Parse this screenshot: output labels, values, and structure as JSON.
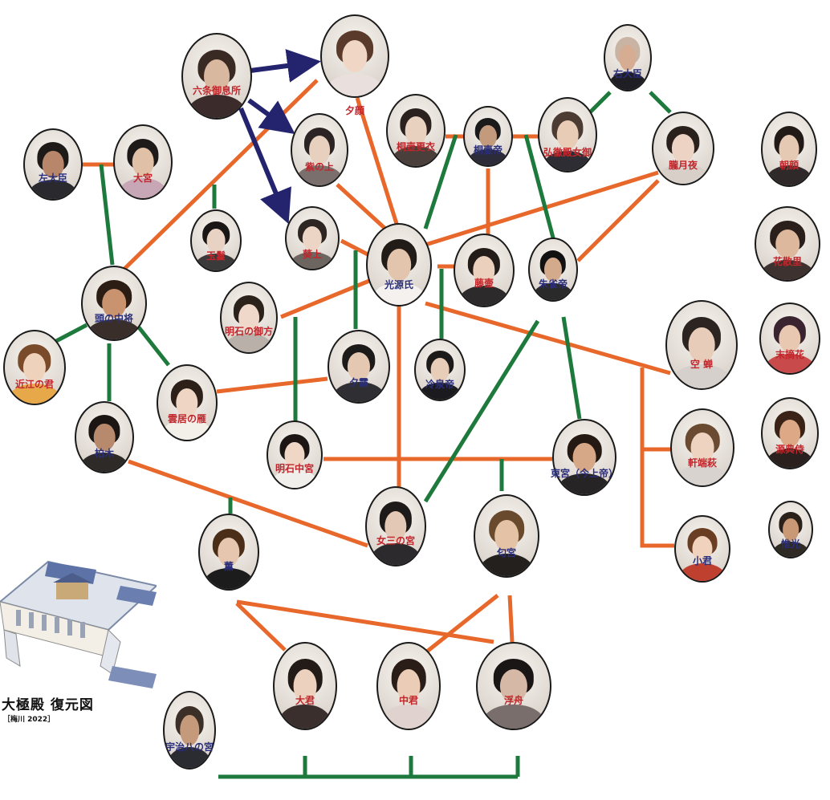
{
  "characters": {
    "rokujo": {
      "name": "六条御息所",
      "gender": "f"
    },
    "yugao": {
      "name": "夕顔",
      "gender": "f"
    },
    "murasaki": {
      "name": "紫の上",
      "gender": "f"
    },
    "kiritsubo_koui": {
      "name": "桐壺更衣",
      "gender": "f"
    },
    "kiritsubo_tei": {
      "name": "桐壷帝",
      "gender": "m"
    },
    "kokiden": {
      "name": "弘徽殿女御",
      "gender": "f"
    },
    "udaijin": {
      "name": "右大臣",
      "gender": "m"
    },
    "oborozukiyo": {
      "name": "朧月夜",
      "gender": "f"
    },
    "asagao": {
      "name": "朝顔",
      "gender": "f"
    },
    "sadaijin": {
      "name": "左大臣",
      "gender": "m"
    },
    "omiya": {
      "name": "大宮",
      "gender": "f"
    },
    "tamakazura": {
      "name": "玉鬘",
      "gender": "f"
    },
    "aoi": {
      "name": "葵上",
      "gender": "f"
    },
    "genji": {
      "name": "光源氏",
      "gender": "m"
    },
    "fujitsubo": {
      "name": "藤壷",
      "gender": "f"
    },
    "suzaku": {
      "name": "朱雀帝",
      "gender": "m"
    },
    "hanachirusato": {
      "name": "花散里",
      "gender": "f"
    },
    "to_no_chujo": {
      "name": "頭の中将",
      "gender": "m"
    },
    "akashi": {
      "name": "明石の御方",
      "gender": "f"
    },
    "utsusemi": {
      "name": "空 蝉",
      "gender": "f"
    },
    "suetsumuhana": {
      "name": "末摘花",
      "gender": "f"
    },
    "omi": {
      "name": "近江の君",
      "gender": "f"
    },
    "kumoi": {
      "name": "雲居の雁",
      "gender": "f"
    },
    "yugiri": {
      "name": "夕霧",
      "gender": "m"
    },
    "reizei": {
      "name": "冷泉帝",
      "gender": "m"
    },
    "gen_naishi": {
      "name": "源典侍",
      "gender": "f"
    },
    "kashiwagi": {
      "name": "柏木",
      "gender": "m"
    },
    "akashi_chugu": {
      "name": "明石中宮",
      "gender": "f"
    },
    "togu": {
      "name": "東宮（今上帝）",
      "gender": "m"
    },
    "nokiba": {
      "name": "軒端萩",
      "gender": "f"
    },
    "koremitsu": {
      "name": "惟光",
      "gender": "m"
    },
    "onna_san": {
      "name": "女三の宮",
      "gender": "f"
    },
    "niou": {
      "name": "匂宮",
      "gender": "m"
    },
    "kogimi": {
      "name": "小君",
      "gender": "m"
    },
    "kaoru": {
      "name": "薫",
      "gender": "m"
    },
    "oigimi": {
      "name": "大君",
      "gender": "f"
    },
    "nakanokimi": {
      "name": "中君",
      "gender": "f"
    },
    "ukifune": {
      "name": "浮舟",
      "gender": "f"
    },
    "hachinomiya": {
      "name": "宇治八の宮",
      "gender": "m"
    }
  },
  "palace": {
    "caption": "大極殿 復元図",
    "credit": "［梅川 2022］"
  },
  "colors": {
    "romance_line": "#e8672a",
    "kinship_line": "#1e7a3c",
    "jealousy_arrow": "#24246e",
    "male_label": "#2a2e7a",
    "female_label": "#c0262b"
  }
}
